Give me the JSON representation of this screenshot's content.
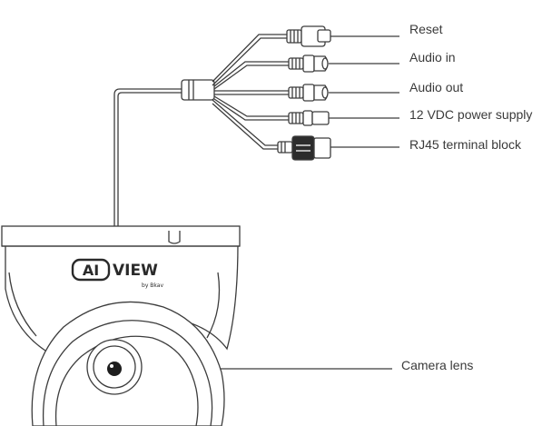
{
  "labels": {
    "reset": "Reset",
    "audio_in": "Audio in",
    "audio_out": "Audio out",
    "power": "12 VDC power supply",
    "rj45": "RJ45 terminal block",
    "lens": "Camera lens"
  },
  "brand": {
    "logo_ai": "AI",
    "logo_view": "VIEW",
    "logo_sub": "by Bkav"
  },
  "colors": {
    "line": "#3c3c3c",
    "text": "#3a3a3a",
    "background": "#ffffff"
  }
}
